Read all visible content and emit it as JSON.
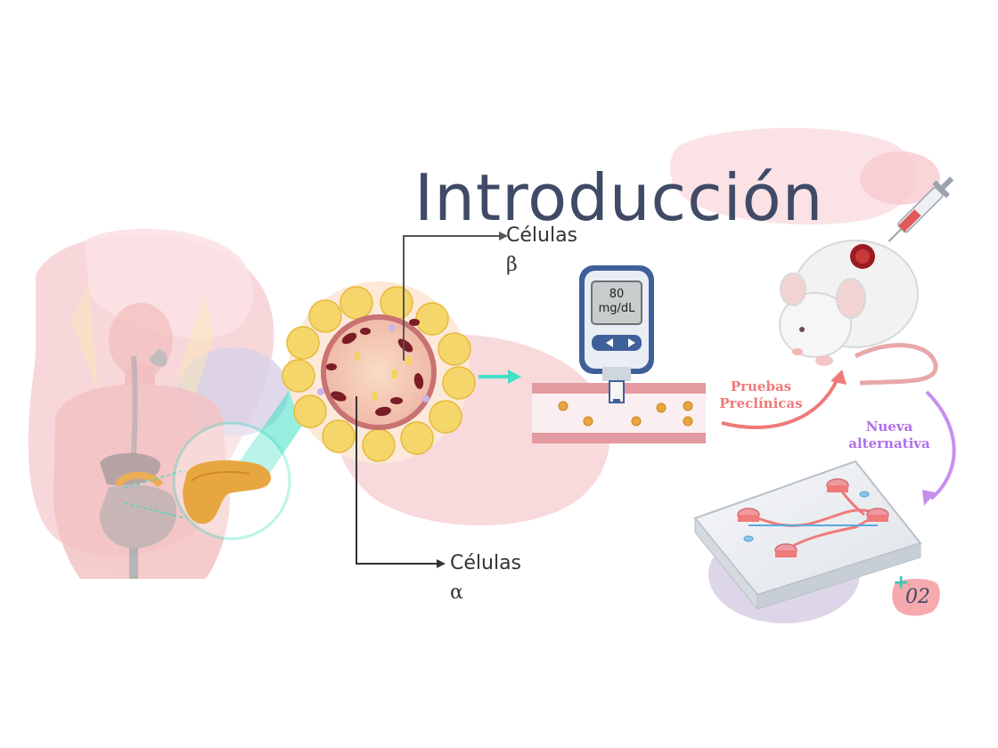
{
  "title": "Introducción",
  "labels": {
    "beta_cells": "Células",
    "beta_symbol": "β",
    "alpha_cells": "Células",
    "alpha_symbol": "α",
    "glucometer_value": "80",
    "glucometer_unit": "mg/dL",
    "preclinical_line1": "Pruebas",
    "preclinical_line2": "Preclínicas",
    "alternative_line1": "Nueva",
    "alternative_line2": "alternativa",
    "badge_number": "02",
    "badge_plus": "+"
  },
  "icons": [
    "human-body-icon",
    "pancreas-icon",
    "islet-cell-icon",
    "glucometer-icon",
    "blood-vessel-icon",
    "mouse-icon",
    "syringe-icon",
    "microfluidic-chip-icon"
  ],
  "colors": {
    "title": "#3f4a66",
    "teal": "#3fe0c5",
    "coral": "#ef7a7a",
    "purple": "#c58ff0",
    "pink_blob": "#f7d3d6",
    "lavender_blob": "#d9d2e6"
  }
}
